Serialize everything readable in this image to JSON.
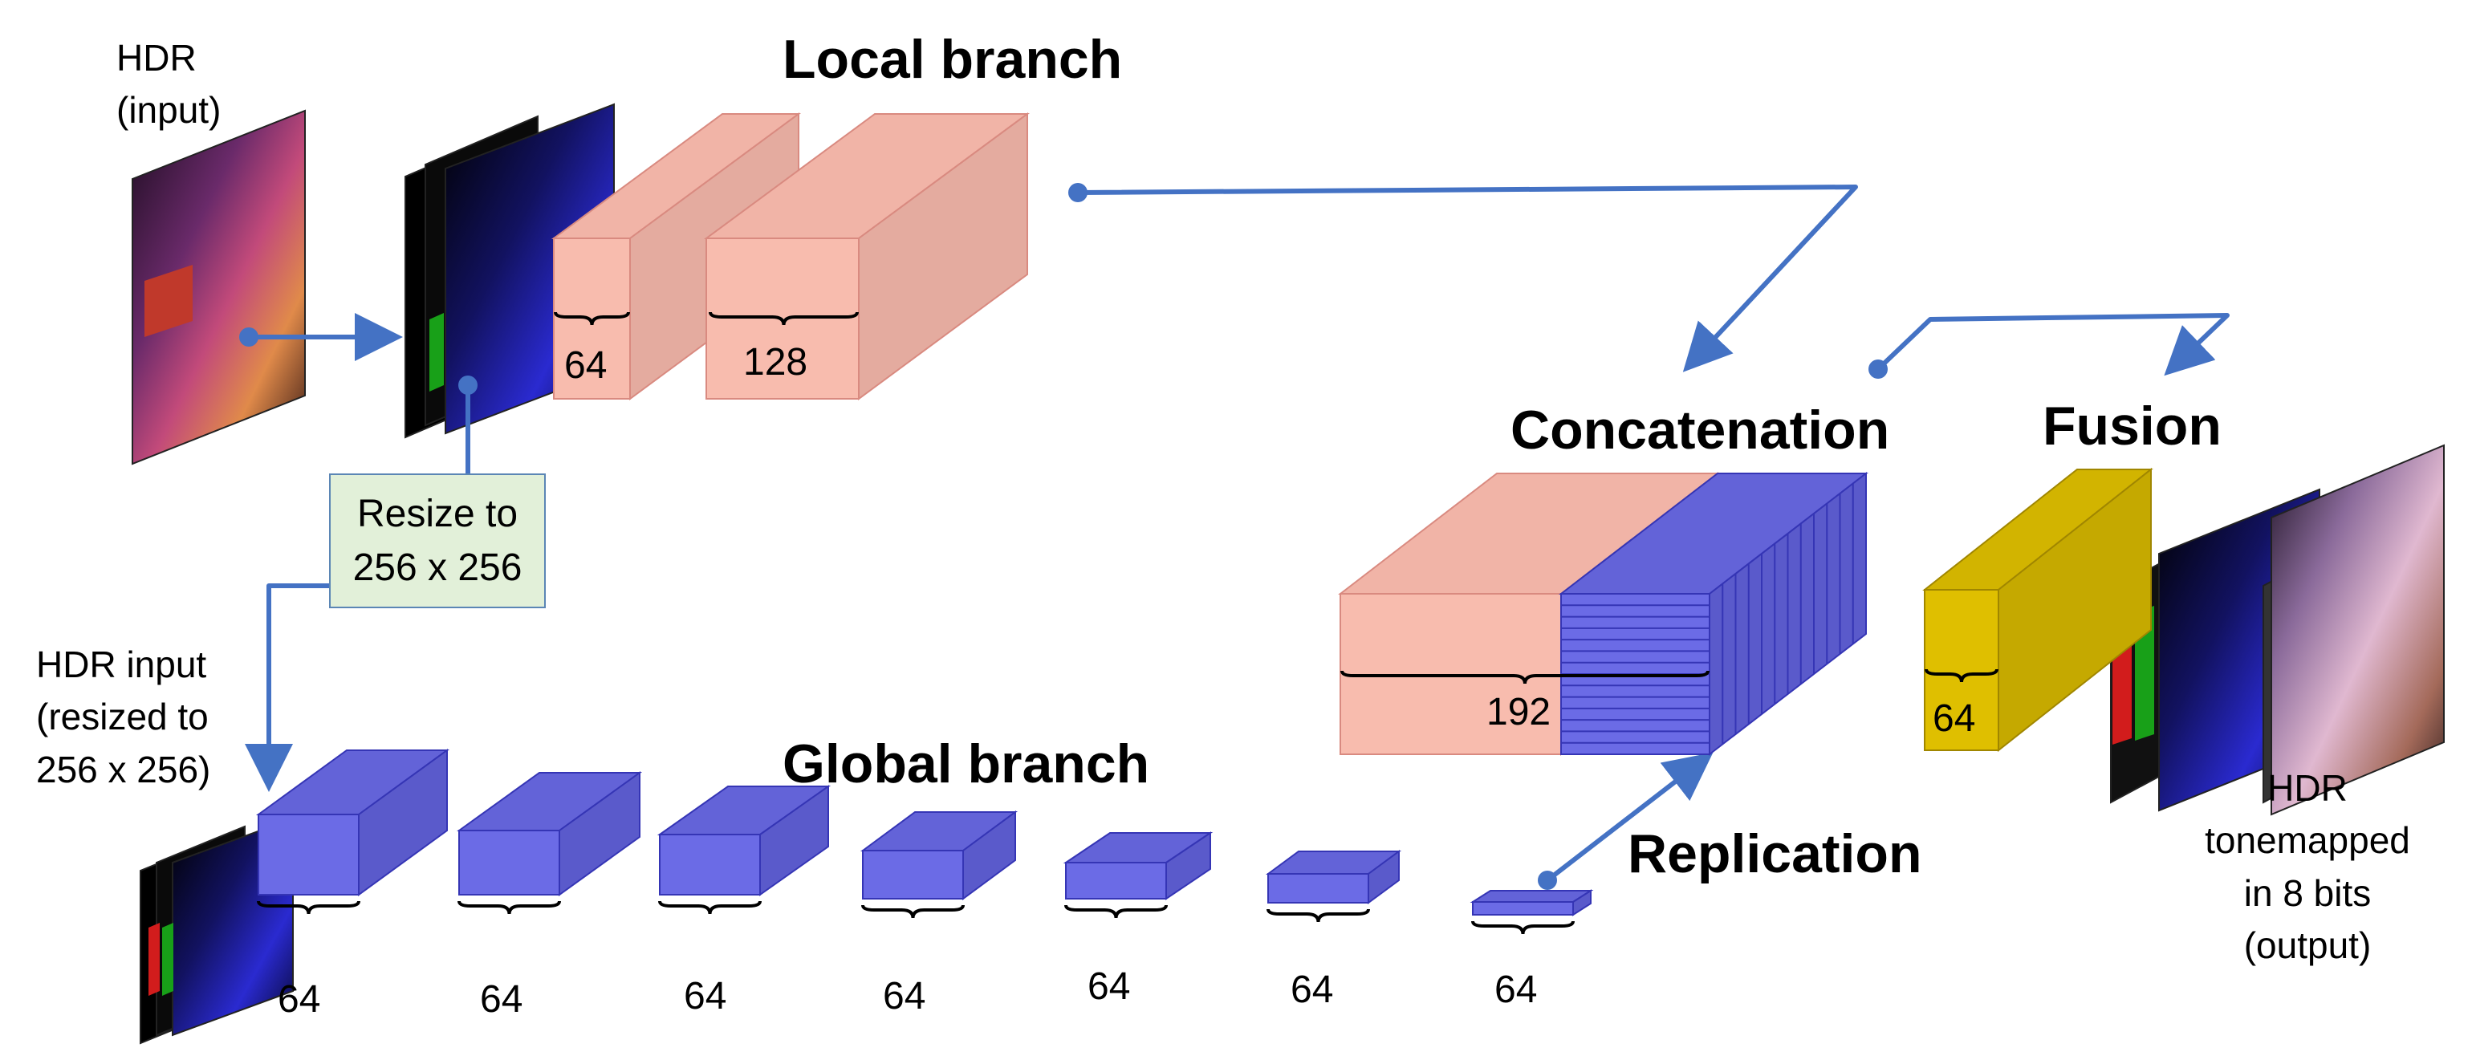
{
  "titles": {
    "local_branch": "Local branch",
    "global_branch": "Global branch",
    "concatenation": "Concatenation",
    "fusion": "Fusion",
    "replication": "Replication"
  },
  "labels": {
    "hdr_input_line1": "HDR",
    "hdr_input_line2": "(input)",
    "hdr_resized_line1": "HDR input",
    "hdr_resized_line2": "(resized to",
    "hdr_resized_line3": "256 x 256)",
    "resize_line1": "Resize to",
    "resize_line2": "256 x 256",
    "output_line1": "HDR",
    "output_line2": "tonemapped",
    "output_line3": "in 8 bits",
    "output_line4": "(output)"
  },
  "layers": {
    "local": [
      "64",
      "128"
    ],
    "global": [
      "64",
      "64",
      "64",
      "64",
      "64",
      "64",
      "64"
    ],
    "concat": "192",
    "fusion": "64"
  },
  "colors": {
    "local_front": "#f8bcae",
    "local_top": "#f1b4a7",
    "local_side": "#e4ab9f",
    "local_edge": "#d98a80",
    "global_front": "#6b6be6",
    "global_top": "#6363d8",
    "global_side": "#5a5acb",
    "global_edge": "#3535b5",
    "fusion_front": "#dfbf00",
    "fusion_top": "#d2b400",
    "fusion_side": "#c5a900",
    "arrow": "#4472c4"
  }
}
